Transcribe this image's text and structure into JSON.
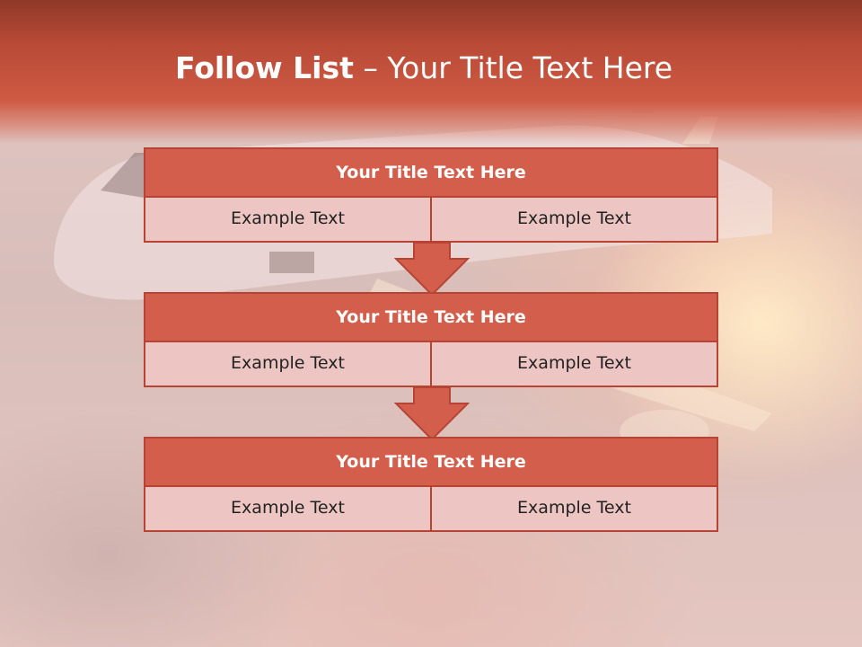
{
  "slide": {
    "title_bold": "Follow List",
    "title_rest": " – Your Title Text Here"
  },
  "blocks": [
    {
      "title": "Your Title Text Here",
      "left": "Example Text",
      "right": "Example Text"
    },
    {
      "title": "Your Title Text Here",
      "left": "Example Text",
      "right": "Example Text"
    },
    {
      "title": "Your Title Text Here",
      "left": "Example Text",
      "right": "Example Text"
    }
  ],
  "colors": {
    "header": "#c24f3b",
    "block_title_fill": "#d45e4c",
    "block_cell_fill": "#edc6c3",
    "border": "#b54434",
    "arrow": "#d45e4c"
  }
}
